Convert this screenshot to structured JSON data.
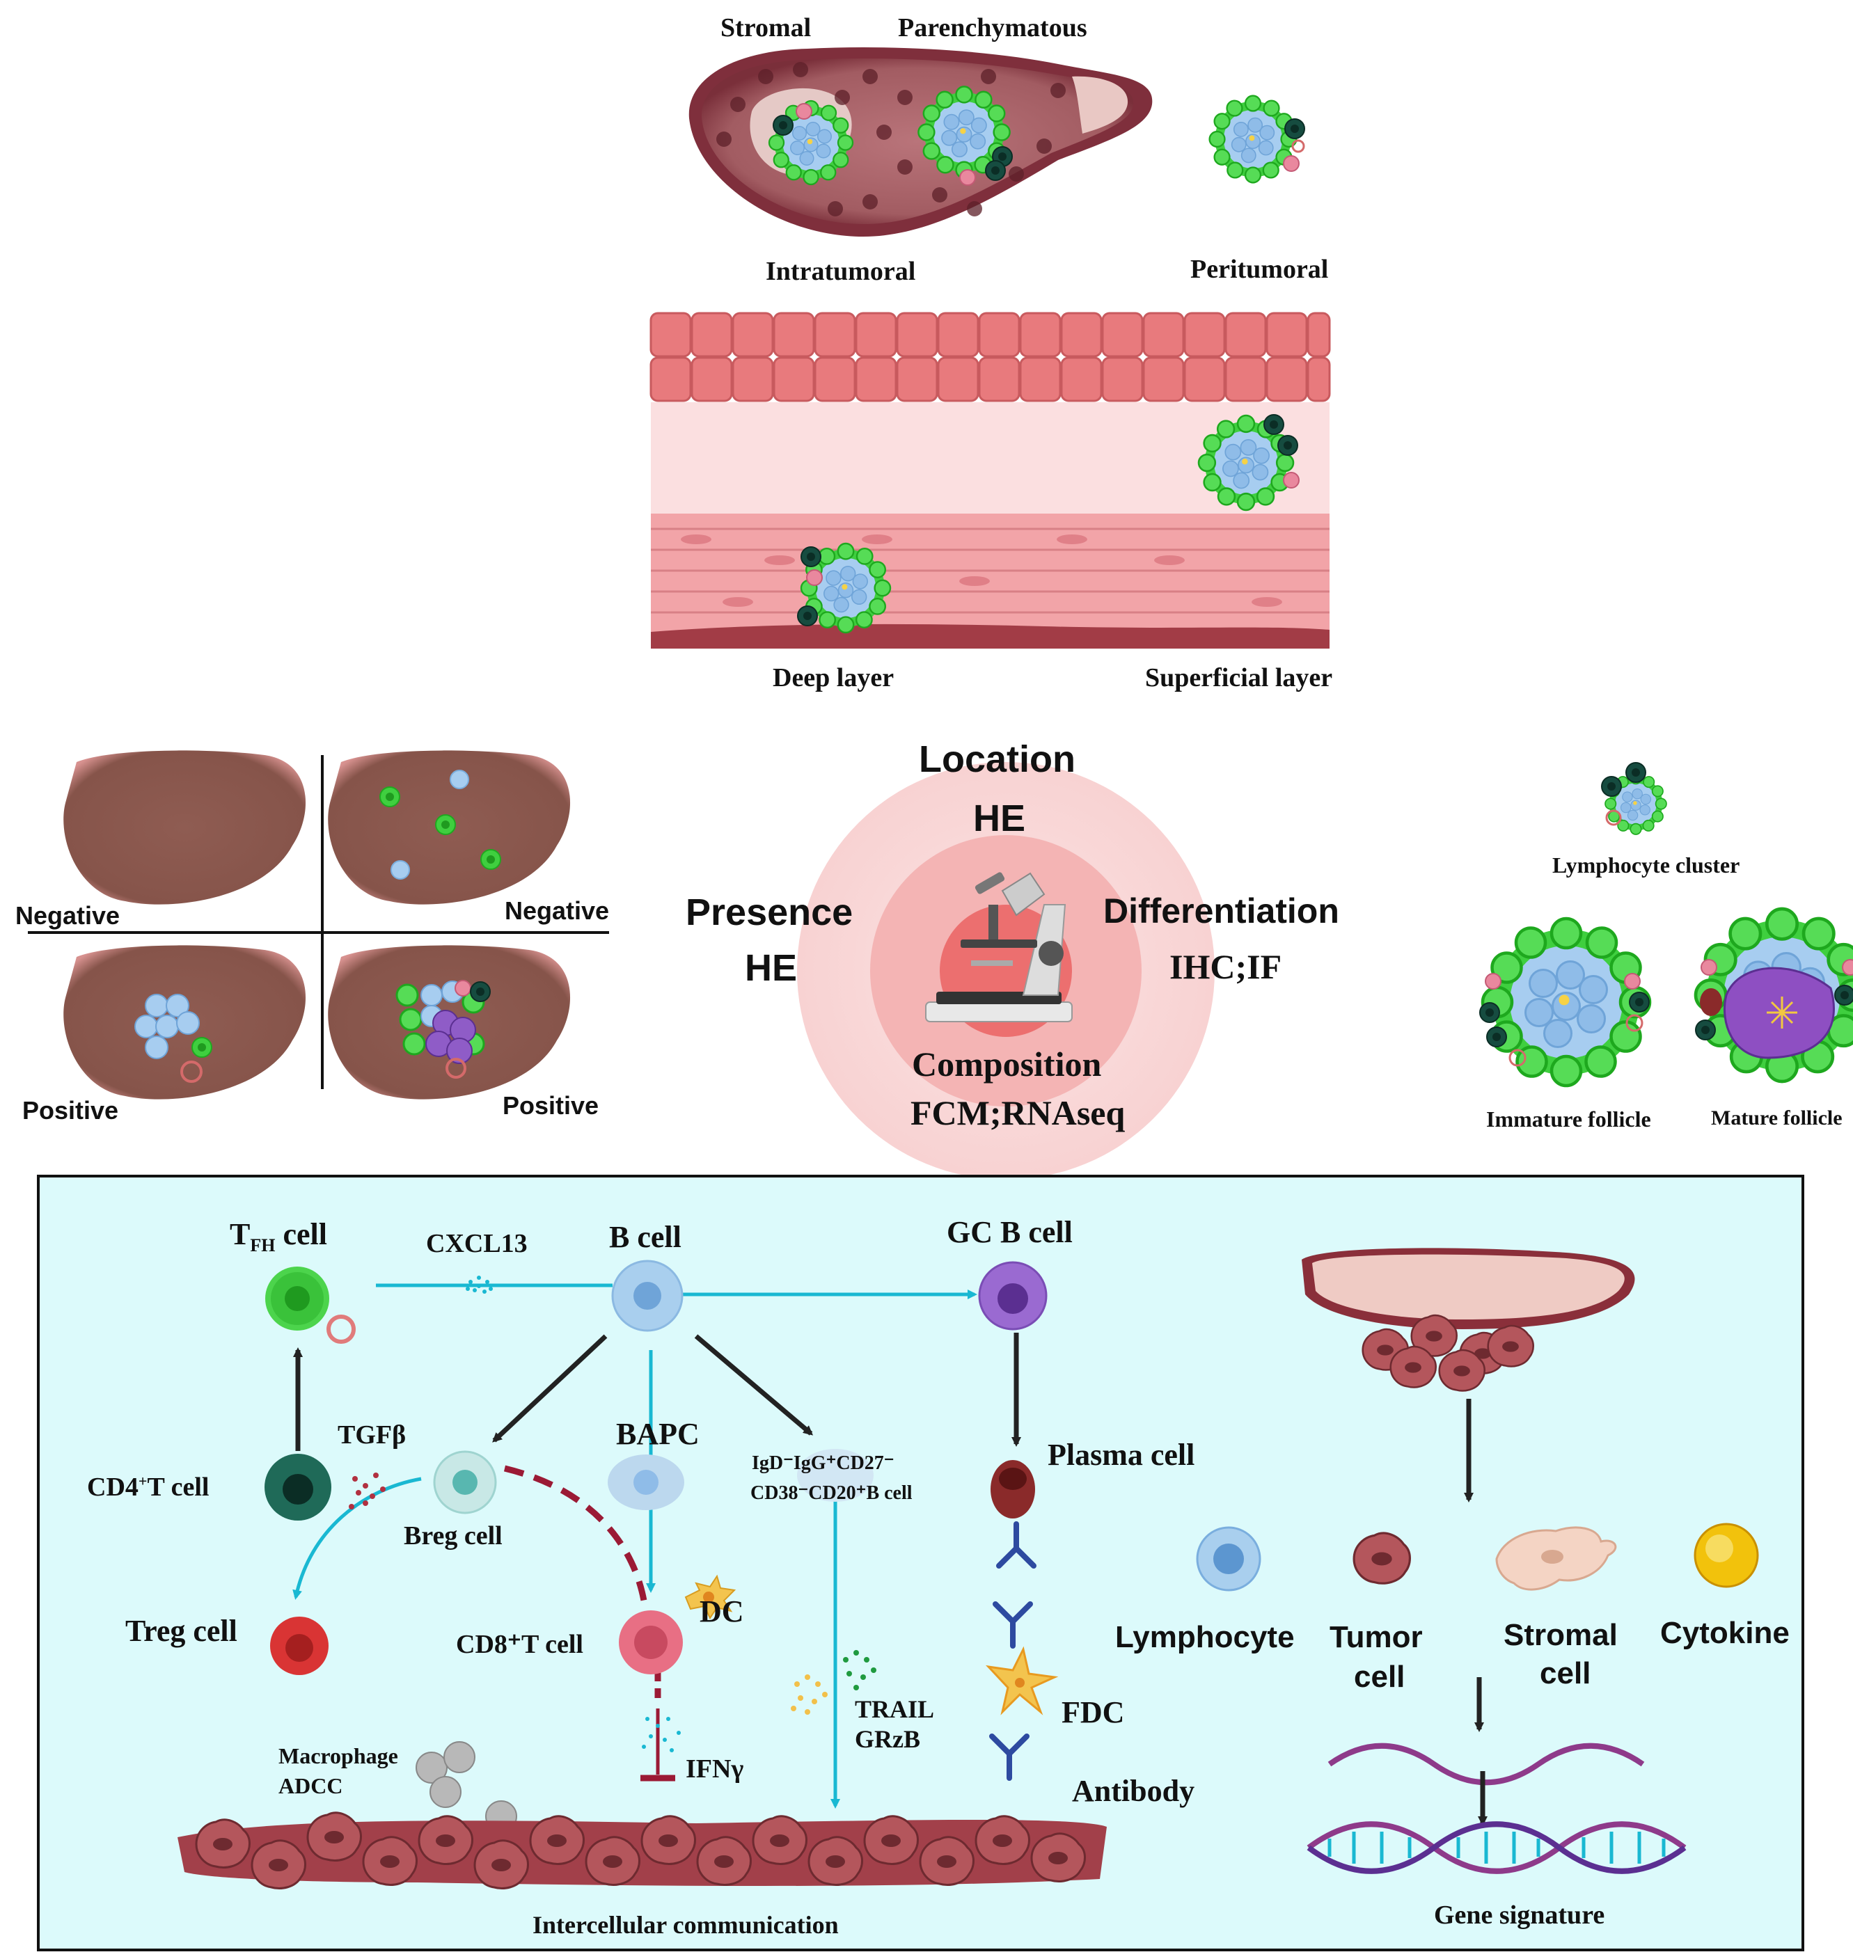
{
  "top_section": {
    "stromal": "Stromal",
    "parenchymatous": "Parenchymatous",
    "intratumoral": "Intratumoral",
    "peritumoral": "Peritumoral",
    "deep_layer": "Deep layer",
    "superficial_layer": "Superficial layer"
  },
  "quadrants": {
    "top_left": "Negative",
    "top_right": "Negative",
    "bottom_left": "Positive",
    "bottom_right": "Positive"
  },
  "center_circle": {
    "location": "Location",
    "location_method": "HE",
    "presence": "Presence",
    "presence_method": "HE",
    "differentiation": "Differentiation",
    "differentiation_method": "IHC;IF",
    "composition": "Composition",
    "composition_method": "FCM;RNAseq"
  },
  "maturity": {
    "lymphocyte_cluster": "Lymphocyte cluster",
    "immature_follicle": "Immature follicle",
    "mature_follicle": "Mature follicle"
  },
  "bottom_panel": {
    "tfh_main": "T",
    "tfh_sub": "FH",
    "tfh_suffix": " cell",
    "cxcl13": "CXCL13",
    "b_cell": "B cell",
    "gc_b_cell": "GC B cell",
    "tgfb": "TGFβ",
    "bapc": "BAPC",
    "igd_line1": "IgD⁻IgG⁺CD27⁻",
    "igd_line2": "CD38⁻CD20⁺B cell",
    "plasma_cell": "Plasma cell",
    "cd4_pre": "CD4",
    "cd4_sup": "+",
    "cd4_post": "T cell",
    "breg_cell": "Breg cell",
    "dc": "DC",
    "treg_cell": "Treg cell",
    "cd8_label": "CD8⁺T cell",
    "trail": "TRAIL",
    "grzb": "GRzB",
    "fdc": "FDC",
    "antibody": "Antibody",
    "ifng": "IFNγ",
    "macrophage": "Macrophage",
    "adcc": "ADCC",
    "intercellular": "Intercellular communication"
  },
  "legend": {
    "lymphocyte": "Lymphocyte",
    "tumor_line1": "Tumor",
    "tumor_line2": "cell",
    "stromal_line1": "Stromal",
    "stromal_line2": "cell",
    "cytokine": "Cytokine",
    "gene_signature": "Gene signature"
  },
  "colors": {
    "arrow_cyan": "#19b8d2",
    "tumor_brown": "#8e5a50",
    "panel_bg": "#dcfafb",
    "cell_green": "#4cd44c",
    "cell_blue": "#a9cfee",
    "dashed_red": "#9b1a35"
  }
}
